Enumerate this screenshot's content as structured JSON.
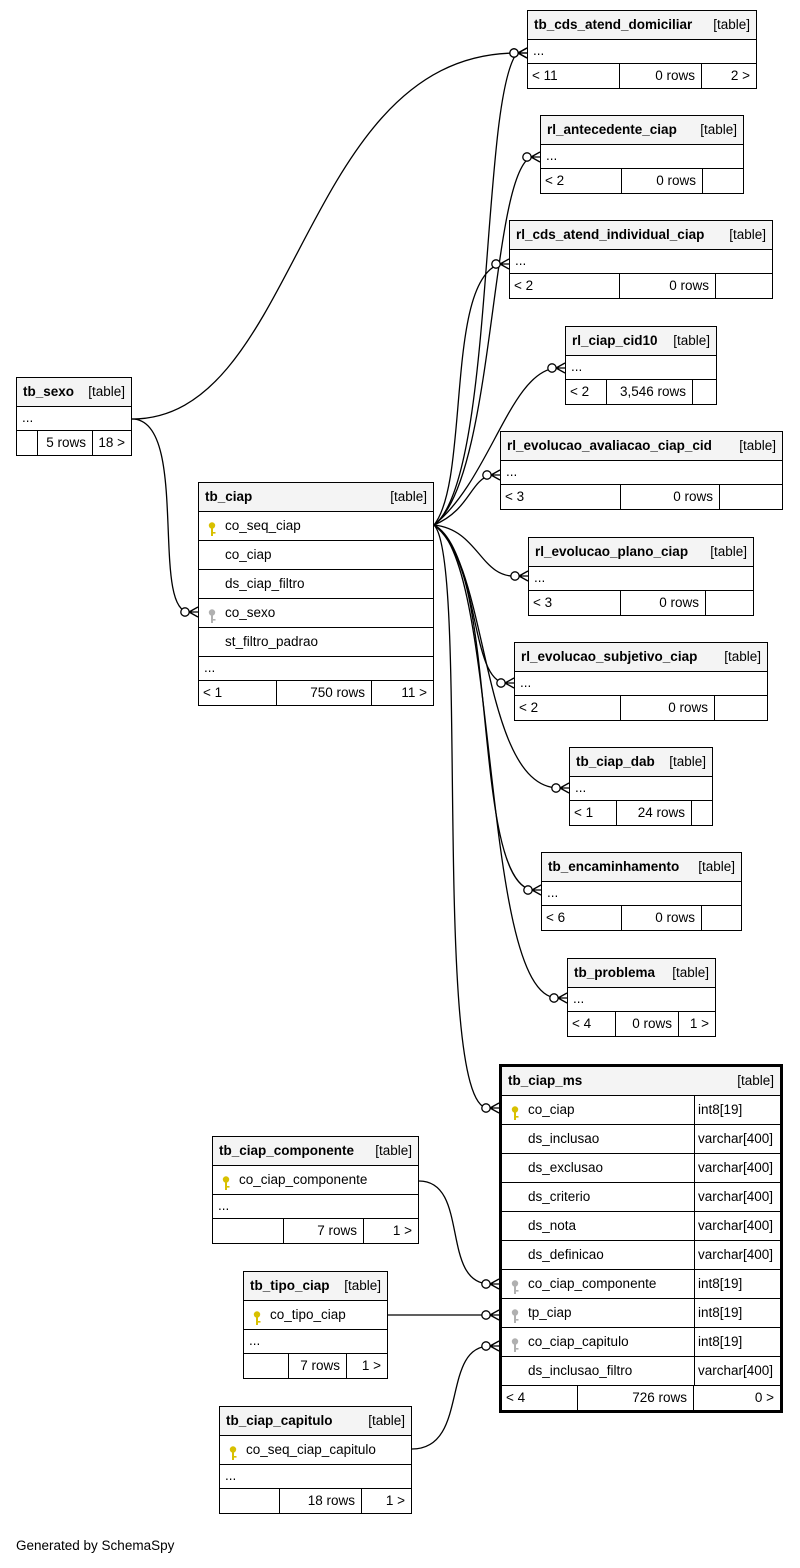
{
  "footer": "Generated by SchemaSpy",
  "colors": {
    "pk_key": "#d8c000",
    "fk_key": "#b0b0b0",
    "header_bg": "#f4f4f4"
  },
  "tables": {
    "tb_cds_atend_domiciliar": {
      "name": "tb_cds_atend_domiciliar",
      "tag": "[table]",
      "ellipsis": "...",
      "foot": [
        "< 11",
        "0 rows",
        "2 >"
      ]
    },
    "rl_antecedente_ciap": {
      "name": "rl_antecedente_ciap",
      "tag": "[table]",
      "ellipsis": "...",
      "foot": [
        "< 2",
        "0 rows",
        ""
      ]
    },
    "rl_cds_atend_individual_ciap": {
      "name": "rl_cds_atend_individual_ciap",
      "tag": "[table]",
      "ellipsis": "...",
      "foot": [
        "< 2",
        "0 rows",
        ""
      ]
    },
    "rl_ciap_cid10": {
      "name": "rl_ciap_cid10",
      "tag": "[table]",
      "ellipsis": "...",
      "foot": [
        "< 2",
        "3,546 rows",
        ""
      ]
    },
    "rl_evolucao_avaliacao_ciap_cid": {
      "name": "rl_evolucao_avaliacao_ciap_cid",
      "tag": "[table]",
      "ellipsis": "...",
      "foot": [
        "< 3",
        "0 rows",
        ""
      ]
    },
    "rl_evolucao_plano_ciap": {
      "name": "rl_evolucao_plano_ciap",
      "tag": "[table]",
      "ellipsis": "...",
      "foot": [
        "< 3",
        "0 rows",
        ""
      ]
    },
    "rl_evolucao_subjetivo_ciap": {
      "name": "rl_evolucao_subjetivo_ciap",
      "tag": "[table]",
      "ellipsis": "...",
      "foot": [
        "< 2",
        "0 rows",
        ""
      ]
    },
    "tb_ciap_dab": {
      "name": "tb_ciap_dab",
      "tag": "[table]",
      "ellipsis": "...",
      "foot": [
        "< 1",
        "24 rows",
        ""
      ]
    },
    "tb_encaminhamento": {
      "name": "tb_encaminhamento",
      "tag": "[table]",
      "ellipsis": "...",
      "foot": [
        "< 6",
        "0 rows",
        ""
      ]
    },
    "tb_problema": {
      "name": "tb_problema",
      "tag": "[table]",
      "ellipsis": "...",
      "foot": [
        "< 4",
        "0 rows",
        "1 >"
      ]
    },
    "tb_sexo": {
      "name": "tb_sexo",
      "tag": "[table]",
      "ellipsis": "...",
      "foot": [
        "",
        "5 rows",
        "18 >"
      ]
    },
    "tb_ciap": {
      "name": "tb_ciap",
      "tag": "[table]",
      "ellipsis": "...",
      "foot": [
        "< 1",
        "750 rows",
        "11 >"
      ],
      "columns": [
        {
          "name": "co_seq_ciap",
          "key": "pk"
        },
        {
          "name": "co_ciap",
          "key": ""
        },
        {
          "name": "ds_ciap_filtro",
          "key": ""
        },
        {
          "name": "co_sexo",
          "key": "fk"
        },
        {
          "name": "st_filtro_padrao",
          "key": ""
        }
      ]
    },
    "tb_ciap_ms": {
      "name": "tb_ciap_ms",
      "tag": "[table]",
      "foot": [
        "< 4",
        "726 rows",
        "0 >"
      ],
      "columns": [
        {
          "name": "co_ciap",
          "type": "int8[19]",
          "key": "pk"
        },
        {
          "name": "ds_inclusao",
          "type": "varchar[400]",
          "key": ""
        },
        {
          "name": "ds_exclusao",
          "type": "varchar[400]",
          "key": ""
        },
        {
          "name": "ds_criterio",
          "type": "varchar[400]",
          "key": ""
        },
        {
          "name": "ds_nota",
          "type": "varchar[400]",
          "key": ""
        },
        {
          "name": "ds_definicao",
          "type": "varchar[400]",
          "key": ""
        },
        {
          "name": "co_ciap_componente",
          "type": "int8[19]",
          "key": "fk"
        },
        {
          "name": "tp_ciap",
          "type": "int8[19]",
          "key": "fk"
        },
        {
          "name": "co_ciap_capitulo",
          "type": "int8[19]",
          "key": "fk"
        },
        {
          "name": "ds_inclusao_filtro",
          "type": "varchar[400]",
          "key": ""
        }
      ]
    },
    "tb_ciap_componente": {
      "name": "tb_ciap_componente",
      "tag": "[table]",
      "ellipsis": "...",
      "foot": [
        "",
        "7 rows",
        "1 >"
      ],
      "columns": [
        {
          "name": "co_ciap_componente",
          "key": "pk"
        }
      ]
    },
    "tb_tipo_ciap": {
      "name": "tb_tipo_ciap",
      "tag": "[table]",
      "ellipsis": "...",
      "foot": [
        "",
        "7 rows",
        "1 >"
      ],
      "columns": [
        {
          "name": "co_tipo_ciap",
          "key": "pk"
        }
      ]
    },
    "tb_ciap_capitulo": {
      "name": "tb_ciap_capitulo",
      "tag": "[table]",
      "ellipsis": "...",
      "foot": [
        "",
        "18 rows",
        "1 >"
      ],
      "columns": [
        {
          "name": "co_seq_ciap_capitulo",
          "key": "pk"
        }
      ]
    }
  }
}
